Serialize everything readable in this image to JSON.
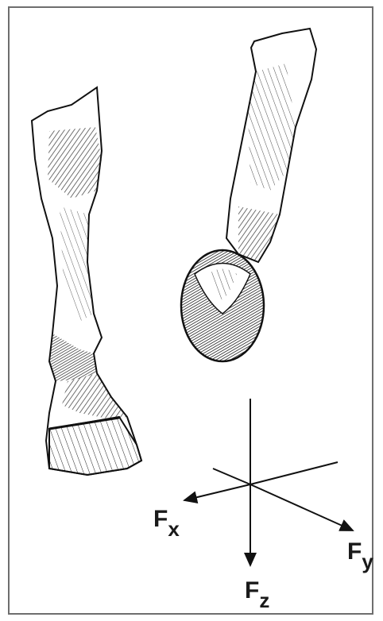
{
  "diagram": {
    "axes": [
      {
        "id": "fx",
        "symbol": "F",
        "subscript": "x"
      },
      {
        "id": "fy",
        "symbol": "F",
        "subscript": "y"
      },
      {
        "id": "fz",
        "symbol": "F",
        "subscript": "z"
      }
    ],
    "colors": {
      "ink": "#111111",
      "frame": "#6e6e6e",
      "background": "#ffffff"
    },
    "figures": [
      "horse-lower-limb-side-view",
      "horse-lower-limb-sole-view"
    ]
  }
}
